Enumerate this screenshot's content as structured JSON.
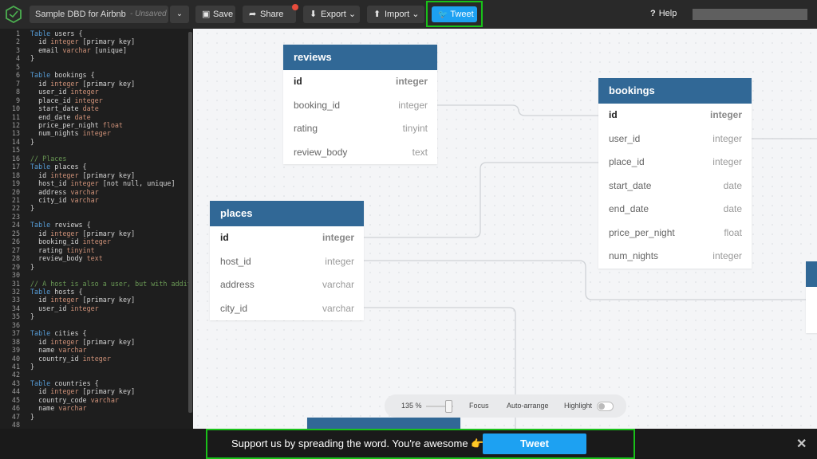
{
  "header": {
    "project_name": "Sample DBD for Airbnb",
    "unsaved_label": "- Unsaved",
    "buttons": {
      "save": "Save",
      "share": "Share",
      "export": "Export",
      "import": "Import",
      "tweet": "Tweet",
      "help": "Help"
    }
  },
  "editor": {
    "lines": [
      "Table users {",
      "  id integer [primary key]",
      "  email varchar [unique]",
      "}",
      "",
      "Table bookings {",
      "  id integer [primary key]",
      "  user_id integer",
      "  place_id integer",
      "  start_date date",
      "  end_date date",
      "  price_per_night float",
      "  num_nights integer",
      "}",
      "",
      "// Places",
      "Table places {",
      "  id integer [primary key]",
      "  host_id integer [not null, unique]",
      "  address varchar",
      "  city_id varchar",
      "}",
      "",
      "Table reviews {",
      "  id integer [primary key]",
      "  booking_id integer",
      "  rating tinyint",
      "  review_body text",
      "}",
      "",
      "// A host is also a user, but with addit",
      "Table hosts {",
      "  id integer [primary key]",
      "  user_id integer",
      "}",
      "",
      "Table cities {",
      "  id integer [primary key]",
      "  name varchar",
      "  country_id integer",
      "}",
      "",
      "Table countries {",
      "  id integer [primary key]",
      "  country_code varchar",
      "  name varchar",
      "}",
      ""
    ]
  },
  "diagram": {
    "tables": [
      {
        "name": "reviews",
        "fields": [
          {
            "name": "id",
            "type": "integer",
            "pk": true
          },
          {
            "name": "booking_id",
            "type": "integer"
          },
          {
            "name": "rating",
            "type": "tinyint"
          },
          {
            "name": "review_body",
            "type": "text"
          }
        ]
      },
      {
        "name": "bookings",
        "fields": [
          {
            "name": "id",
            "type": "integer",
            "pk": true
          },
          {
            "name": "user_id",
            "type": "integer"
          },
          {
            "name": "place_id",
            "type": "integer"
          },
          {
            "name": "start_date",
            "type": "date"
          },
          {
            "name": "end_date",
            "type": "date"
          },
          {
            "name": "price_per_night",
            "type": "float"
          },
          {
            "name": "num_nights",
            "type": "integer"
          }
        ]
      },
      {
        "name": "places",
        "fields": [
          {
            "name": "id",
            "type": "integer",
            "pk": true
          },
          {
            "name": "host_id",
            "type": "integer"
          },
          {
            "name": "address",
            "type": "varchar"
          },
          {
            "name": "city_id",
            "type": "varchar"
          }
        ]
      }
    ]
  },
  "controls": {
    "zoom": "135 %",
    "focus": "Focus",
    "auto_arrange": "Auto-arrange",
    "highlight": "Highlight",
    "highlight_on": false
  },
  "banner": {
    "text": "Support us by spreading the word. You're awesome",
    "emoji": "👉",
    "tweet": "Tweet",
    "close": "✕"
  },
  "colors": {
    "table_header": "#316896",
    "tweet_blue": "#1da1f2",
    "highlight_border": "#19c119"
  }
}
